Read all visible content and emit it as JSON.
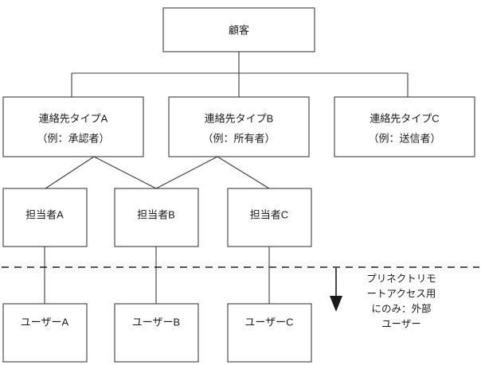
{
  "diagram": {
    "title_node": {
      "label": "顧客"
    },
    "contact_types": [
      {
        "line1": "連絡先タイプA",
        "line2": "（例：承認者）"
      },
      {
        "line1": "連絡先タイプB",
        "line2": "（例：所有者）"
      },
      {
        "line1": "連絡先タイプC",
        "line2": "（例：送信者）"
      }
    ],
    "contacts": [
      {
        "label": "担当者A"
      },
      {
        "label": "担当者B"
      },
      {
        "label": "担当者C"
      }
    ],
    "users": [
      {
        "label": "ユーザーA"
      },
      {
        "label": "ユーザーB"
      },
      {
        "label": "ユーザーC"
      }
    ],
    "boundary_note": {
      "line1": "プリネクトリモ",
      "line2": "ートアクセス用",
      "line3": "にのみ：外部",
      "line4": "ユーザー"
    },
    "colors": {
      "box_stroke": "#3c3c3c",
      "line": "#3c3c3c",
      "boundary": "#1a1a1a",
      "text": "#1a1a1a",
      "background": "#ffffff"
    }
  }
}
